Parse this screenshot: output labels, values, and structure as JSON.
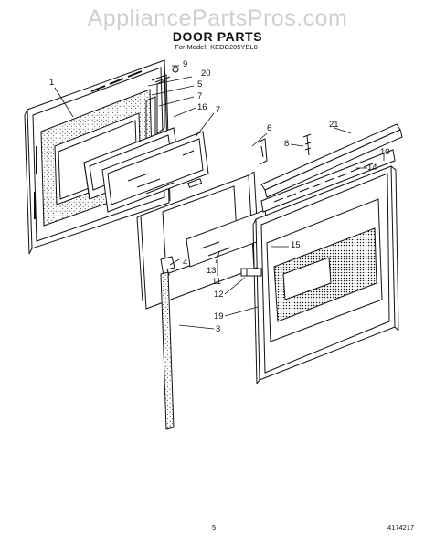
{
  "watermark": "AppliancePartsPros.com",
  "header": {
    "title": "DOOR PARTS",
    "model_prefix": "For Model:",
    "model_number": "KEDC205YBL0"
  },
  "callouts": {
    "c1": "1",
    "c3": "3",
    "c4": "4",
    "c5": "5",
    "c6": "6",
    "c7a": "7",
    "c7b": "7",
    "c8": "8",
    "c9": "9",
    "c10": "10",
    "c11": "11",
    "c12": "12",
    "c13": "13",
    "c14": "14",
    "c15": "15",
    "c16": "16",
    "c19": "19",
    "c20": "20",
    "c21": "21"
  },
  "footer": {
    "page_number": "5",
    "document_number": "4174217"
  }
}
